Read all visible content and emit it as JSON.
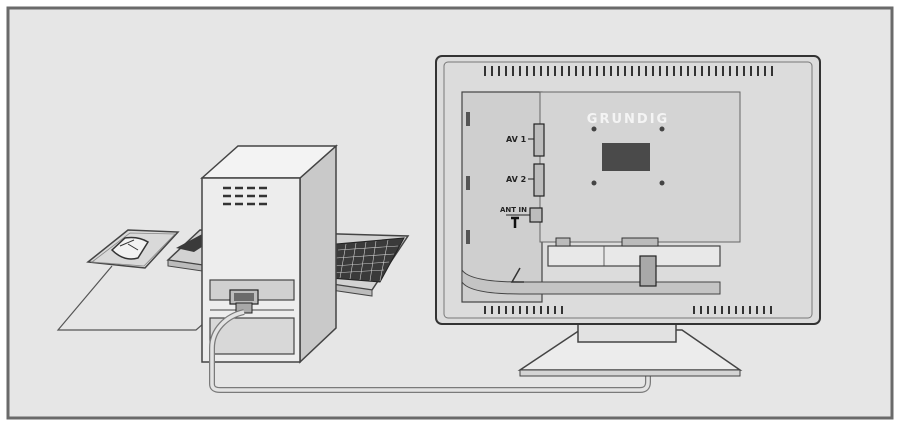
{
  "diagram": {
    "brand": "GRUNDIG",
    "labels": {
      "av1": "AV 1",
      "av2": "AV 2",
      "ant": "ANT IN",
      "port_a": "",
      "port_b": ""
    },
    "colors": {
      "frame": "#666666",
      "background": "#e8e8e8",
      "panel": "#d7d7d7",
      "outline": "#444444",
      "cable": "#bdbdbd"
    },
    "icons": [
      "mouse-icon",
      "keyboard-icon",
      "pc-tower-icon",
      "monitor-back-icon",
      "vga-connector-icon",
      "antenna-icon"
    ]
  }
}
